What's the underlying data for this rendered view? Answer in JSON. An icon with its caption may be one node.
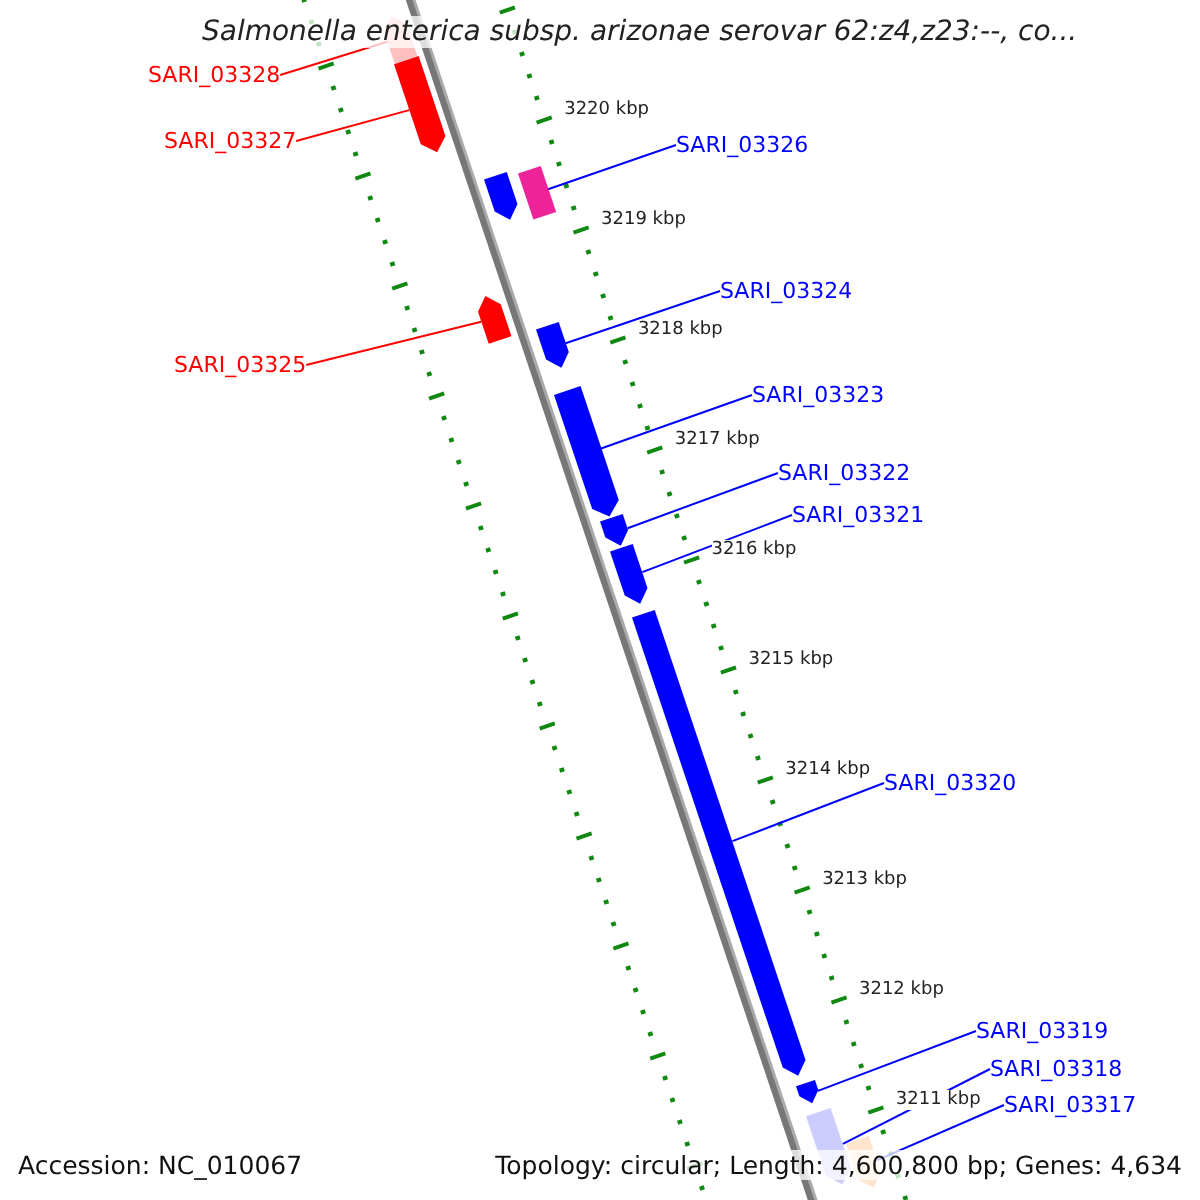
{
  "diagram": {
    "title": "Salmonella enterica subsp. arizonae serovar 62:z4,z23:--, co...",
    "nodes": [
      {
        "text": [
          "SARI_03328"
        ]
      },
      {
        "text": [],
        "shape": "bar"
      },
      {
        "text": [
          "SARI_03327"
        ]
      },
      {
        "text": [],
        "shape": "bar"
      },
      {
        "text": [
          "SARI_03326"
        ]
      },
      {
        "text": [],
        "shape": "bar"
      },
      {
        "text": [],
        "shape": "bar"
      },
      {
        "text": [
          "SARI_03324"
        ]
      },
      {
        "text": [],
        "shape": "bar"
      },
      {
        "text": [
          "SARI_03325"
        ]
      },
      {
        "text": [],
        "shape": "bar"
      },
      {
        "text": [
          "SARI_03323"
        ]
      },
      {
        "text": [],
        "shape": "bar"
      },
      {
        "text": [
          "SARI_03322"
        ]
      },
      {
        "text": [],
        "shape": "bar"
      },
      {
        "text": [
          "SARI_03321"
        ]
      },
      {
        "text": [],
        "shape": "bar"
      },
      {
        "text": [
          "SARI_03320"
        ]
      },
      {
        "text": [],
        "shape": "bar"
      },
      {
        "text": [
          "SARI_03319"
        ]
      },
      {
        "text": [],
        "shape": "bar"
      },
      {
        "text": [
          "SARI_03318"
        ]
      },
      {
        "text": [],
        "shape": "bar"
      },
      {
        "text": [
          "SARI_03317"
        ]
      },
      {
        "text": [],
        "shape": "bar"
      }
    ],
    "edges": [
      {
        "from": 0,
        "to": 1,
        "arrow": "none",
        "color": "#ff0000"
      },
      {
        "from": 2,
        "to": 3,
        "arrow": "none",
        "color": "#ff0000"
      },
      {
        "from": 4,
        "to": 5,
        "arrow": "none"
      },
      {
        "from": 7,
        "to": 8,
        "arrow": "none"
      },
      {
        "from": 9,
        "to": 10,
        "arrow": "none",
        "color": "#ff0000"
      },
      {
        "from": 11,
        "to": 12,
        "arrow": "none"
      },
      {
        "from": 13,
        "to": 14,
        "arrow": "none"
      },
      {
        "from": 15,
        "to": 16,
        "arrow": "none"
      },
      {
        "from": 17,
        "to": 18,
        "arrow": "none"
      },
      {
        "from": 19,
        "to": 20,
        "arrow": "none"
      },
      {
        "from": 21,
        "to": 22,
        "arrow": "none"
      },
      {
        "from": 23,
        "to": 24,
        "arrow": "none"
      }
    ],
    "labels": [
      "3220 kbp",
      "3219 kbp",
      "3218 kbp",
      "3217 kbp",
      "3216 kbp",
      "3215 kbp",
      "3214 kbp",
      "3213 kbp",
      "3212 kbp",
      "3211 kbp",
      "Accession: NC_010067",
      "Topology: circular; Length: 4,600,800 bp; Genes: 4,634"
    ]
  }
}
